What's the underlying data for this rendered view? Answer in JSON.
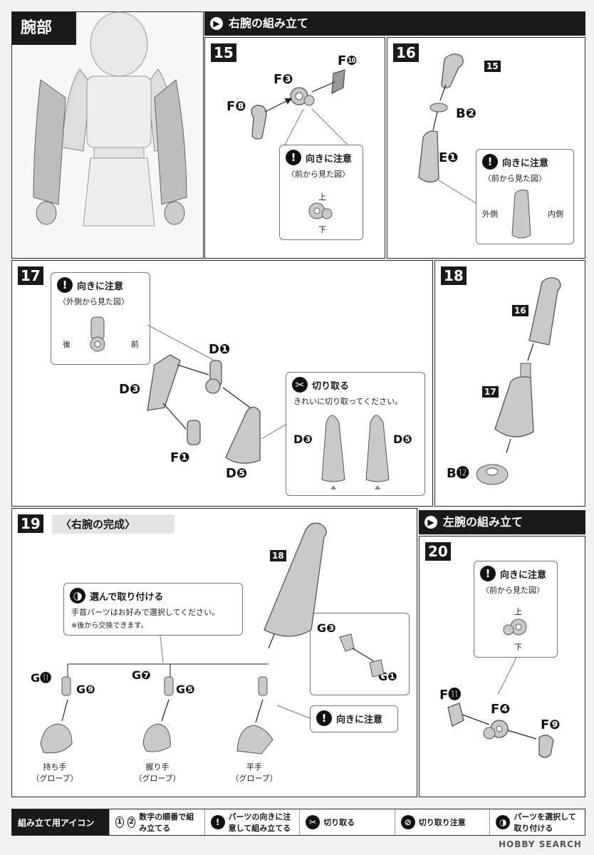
{
  "header": {
    "arm_section_title": "腕部",
    "right_arm_title": "右腕の組み立て",
    "left_arm_title": "左腕の組み立て"
  },
  "common": {
    "caution_title": "向きに注意",
    "view_front": "〈前から見た図〉",
    "view_outside": "〈外側から見た図〉",
    "up": "上",
    "down": "下",
    "back": "後",
    "front": "前",
    "outer": "外側",
    "inner": "内側"
  },
  "step15": {
    "number": "15",
    "parts": [
      "F❸",
      "F❽",
      "F❿"
    ]
  },
  "step16": {
    "number": "16",
    "ref": "15",
    "parts": [
      "B❷",
      "E❶"
    ]
  },
  "step17": {
    "number": "17",
    "parts": [
      "D❶",
      "D❸",
      "F❶",
      "D❺"
    ],
    "cut_title": "切り取る",
    "cut_text": "きれいに切り取ってください。",
    "cut_labels": [
      "D❸",
      "D❺"
    ]
  },
  "step18": {
    "number": "18",
    "refs": [
      "16",
      "17"
    ],
    "part": "B⓬"
  },
  "step19": {
    "number": "19",
    "title": "〈右腕の完成〉",
    "ref": "18",
    "choose_title": "選んで取り付ける",
    "choose_text": "手首パーツはお好みで選択してください。",
    "choose_note": "※後から交換できます。",
    "parts": [
      "G⓫",
      "G❾",
      "G❼",
      "G❺",
      "G❸",
      "G❶"
    ],
    "hands": [
      {
        "name": "持ち手",
        "sub": "（グローブ）"
      },
      {
        "name": "握り手",
        "sub": "（グローブ）"
      },
      {
        "name": "平手",
        "sub": "（グローブ）"
      }
    ]
  },
  "step20": {
    "number": "20",
    "parts": [
      "F⓫",
      "F❹",
      "F❾"
    ]
  },
  "legend": {
    "title": "組み立て用アイコン",
    "items": [
      {
        "icon": "number-icons",
        "text": "数字の順番で組み立てる"
      },
      {
        "icon": "caution-icon",
        "text": "パーツの向きに注意して組み立てる"
      },
      {
        "icon": "cut-icon",
        "text": "切り取る"
      },
      {
        "icon": "cut-caution-icon",
        "text": "切り取り注意"
      },
      {
        "icon": "choose-icon",
        "text": "パーツを選択して取り付ける"
      }
    ],
    "num_glyphs": [
      "1",
      "2"
    ]
  },
  "watermark": "HOBBY SEARCH",
  "colors": {
    "ink": "#1a1a1a",
    "part_fill": "#c9c9c9",
    "page": "#f2f2f2"
  }
}
